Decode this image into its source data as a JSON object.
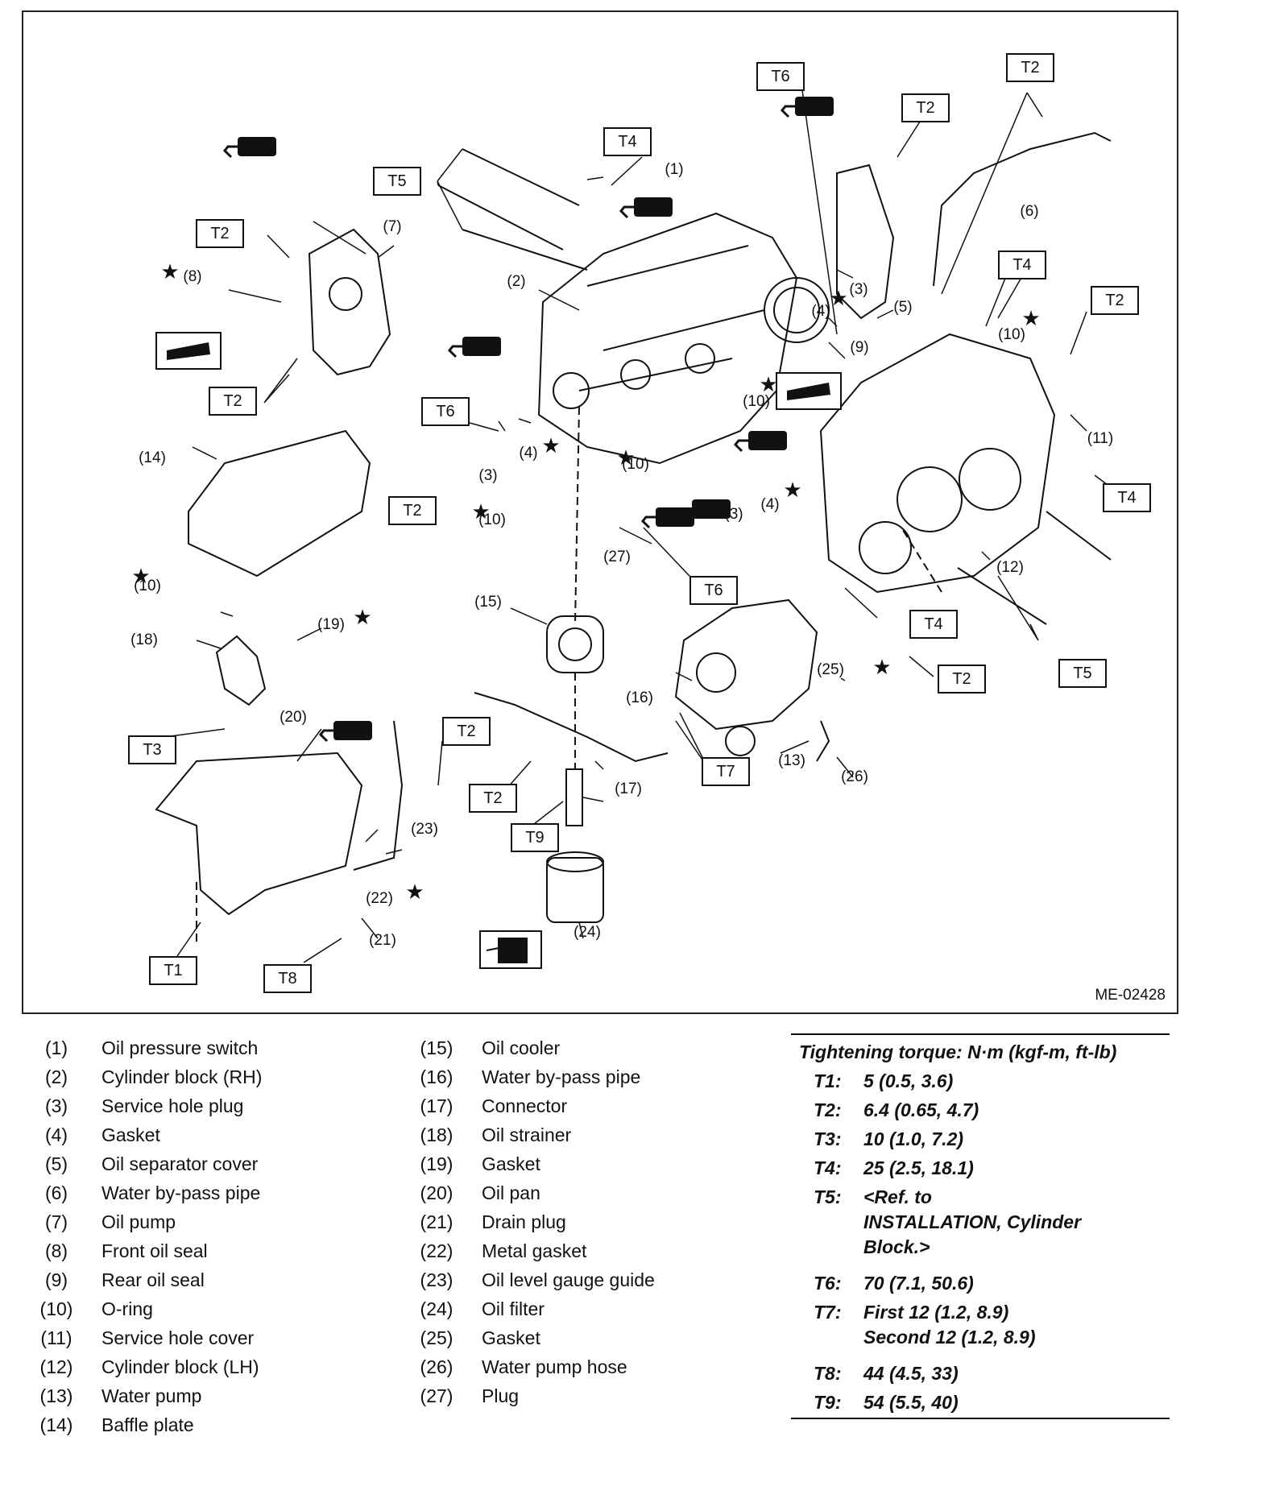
{
  "figure": {
    "code": "ME-02428",
    "torque_labels": [
      "T1",
      "T2",
      "T3",
      "T4",
      "T5",
      "T6",
      "T7",
      "T8",
      "T9"
    ],
    "part_labels": [
      "(1)",
      "(2)",
      "(3)",
      "(4)",
      "(5)",
      "(6)",
      "(7)",
      "(8)",
      "(9)",
      "(10)",
      "(11)",
      "(12)",
      "(13)",
      "(14)",
      "(15)",
      "(16)",
      "(17)",
      "(18)",
      "(19)",
      "(20)",
      "(21)",
      "(22)",
      "(23)",
      "(24)",
      "(25)",
      "(26)",
      "(27)"
    ],
    "star_symbol": "★",
    "icons": [
      "sealant-tube-icon",
      "grease-gun-icon",
      "oil-can-icon"
    ]
  },
  "parts_left": [
    {
      "num": "(1)",
      "name": "Oil pressure switch"
    },
    {
      "num": "(2)",
      "name": "Cylinder block (RH)"
    },
    {
      "num": "(3)",
      "name": "Service hole plug"
    },
    {
      "num": "(4)",
      "name": "Gasket"
    },
    {
      "num": "(5)",
      "name": "Oil separator cover"
    },
    {
      "num": "(6)",
      "name": "Water by-pass pipe"
    },
    {
      "num": "(7)",
      "name": "Oil pump"
    },
    {
      "num": "(8)",
      "name": "Front oil seal"
    },
    {
      "num": "(9)",
      "name": "Rear oil seal"
    },
    {
      "num": "(10)",
      "name": "O-ring"
    },
    {
      "num": "(11)",
      "name": "Service hole cover"
    },
    {
      "num": "(12)",
      "name": "Cylinder block (LH)"
    },
    {
      "num": "(13)",
      "name": "Water pump"
    },
    {
      "num": "(14)",
      "name": "Baffle plate"
    }
  ],
  "parts_right": [
    {
      "num": "(15)",
      "name": "Oil cooler"
    },
    {
      "num": "(16)",
      "name": "Water by-pass pipe"
    },
    {
      "num": "(17)",
      "name": "Connector"
    },
    {
      "num": "(18)",
      "name": "Oil strainer"
    },
    {
      "num": "(19)",
      "name": "Gasket"
    },
    {
      "num": "(20)",
      "name": "Oil pan"
    },
    {
      "num": "(21)",
      "name": "Drain plug"
    },
    {
      "num": "(22)",
      "name": "Metal gasket"
    },
    {
      "num": "(23)",
      "name": "Oil level gauge guide"
    },
    {
      "num": "(24)",
      "name": "Oil filter"
    },
    {
      "num": "(25)",
      "name": "Gasket"
    },
    {
      "num": "(26)",
      "name": "Water pump hose"
    },
    {
      "num": "(27)",
      "name": "Plug"
    }
  ],
  "torque": {
    "header": "Tightening torque: N·m (kgf-m, ft-lb)",
    "items": [
      {
        "key": "T1:",
        "lines": [
          "5 (0.5, 3.6)"
        ]
      },
      {
        "key": "T2:",
        "lines": [
          "6.4 (0.65, 4.7)"
        ]
      },
      {
        "key": "T3:",
        "lines": [
          "10 (1.0, 7.2)"
        ]
      },
      {
        "key": "T4:",
        "lines": [
          "25 (2.5, 18.1)"
        ]
      },
      {
        "key": "T5:",
        "lines": [
          "<Ref. to",
          "INSTALLATION, Cylinder",
          "Block.>"
        ]
      },
      {
        "key": "T6:",
        "lines": [
          "70 (7.1, 50.6)"
        ]
      },
      {
        "key": "T7:",
        "lines": [
          "First 12 (1.2, 8.9)",
          "Second 12 (1.2, 8.9)"
        ]
      },
      {
        "key": "T8:",
        "lines": [
          "44 (4.5, 33)"
        ]
      },
      {
        "key": "T9:",
        "lines": [
          "54 (5.5, 40)"
        ]
      }
    ]
  }
}
